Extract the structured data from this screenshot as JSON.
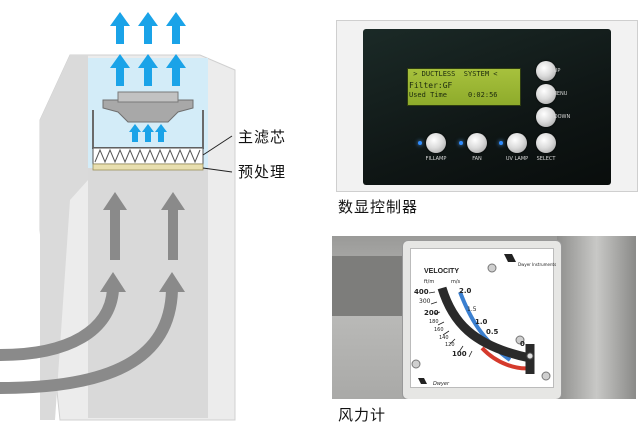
{
  "diagram": {
    "labels": {
      "main_filter": "主滤芯",
      "prefilter": "预处理"
    }
  },
  "controller": {
    "caption": "数显控制器",
    "lcd_line1": " > DUCTLESS  SYSTEM <",
    "lcd_line2": "Filter:GF",
    "lcd_line3": "Used Time     0:02:56",
    "side_buttons": [
      "UP",
      "MENU",
      "DOWN"
    ],
    "bottom_buttons": [
      "FILLAMP",
      "FAN",
      "UV LAMP",
      "SELECT"
    ]
  },
  "meter": {
    "caption": "风力计",
    "title": "VELOCITY",
    "units_left": "ft/m",
    "units_right": "m/s",
    "brand_top": "Dwyer Instruments",
    "brand_bottom": "Dwyer",
    "scale_left": [
      "400",
      "300",
      "200",
      "180",
      "160",
      "140",
      "120",
      "100"
    ],
    "scale_right": [
      "2.0",
      "1.5",
      "1.0",
      "0.5",
      "0"
    ]
  }
}
